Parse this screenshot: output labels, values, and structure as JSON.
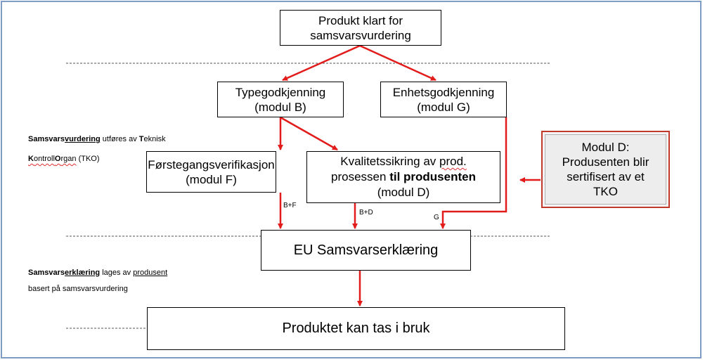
{
  "boxes": {
    "start": {
      "line1": "Produkt klart for",
      "line2": "samsvarsvurdering"
    },
    "type": {
      "line1": "Typegodkjenning",
      "line2": "(modul B)"
    },
    "unit": {
      "line1": "Enhetsgodkjenning",
      "line2": "(modul G)"
    },
    "first": {
      "line1": "Førstegangsverifikasjon",
      "line2": "(modul F)"
    },
    "quality": {
      "line1_a": "Kvalitetssikring av ",
      "line1_b": "prod.",
      "line2_a": "prosessen ",
      "line2_b": "til produsenten",
      "line3": "(modul D)"
    },
    "eu": {
      "text": "EU Samsvarserklæring"
    },
    "final": {
      "text": "Produktet kan tas i bruk"
    },
    "module_d": {
      "line1": "Modul D:",
      "line2": "Produsenten blir",
      "line3": "sertifisert av et",
      "line4": "TKO"
    }
  },
  "side_notes": {
    "assessment": {
      "p1": "Samsvars",
      "p2": "vurdering",
      "p3": " utføres av ",
      "p4": "T",
      "p5": "eknisk",
      "p6": "K",
      "p7": "ontroll",
      "p8": "O",
      "p9": "rgan",
      "p10": " (TKO)"
    },
    "declaration": {
      "p1": "Samsvars",
      "p2": "erklæring",
      "p3": " lages av ",
      "p4": "produsent",
      "line2": "basert på samsvarsvurdering"
    }
  },
  "edge_labels": {
    "bf": "B+F",
    "bd": "B+D",
    "g": "G"
  },
  "colors": {
    "arrow": "#e21b1b",
    "frame": "#7f9cc4",
    "module_d_border": "#c0392b",
    "module_d_fill": "#ededed"
  }
}
